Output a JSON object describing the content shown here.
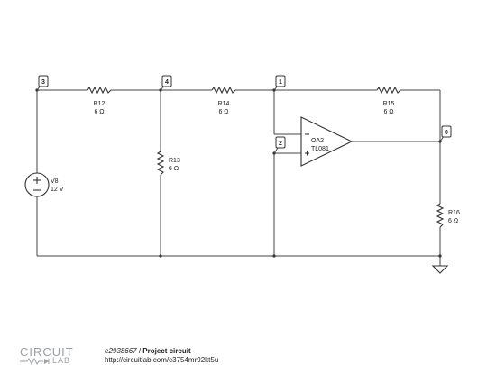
{
  "nodes": {
    "n3": "3",
    "n4": "4",
    "n1": "1",
    "n2": "2",
    "n0": "0"
  },
  "components": {
    "R12": {
      "name": "R12",
      "value": "6 Ω"
    },
    "R14": {
      "name": "R14",
      "value": "6 Ω"
    },
    "R15": {
      "name": "R15",
      "value": "6 Ω"
    },
    "R13": {
      "name": "R13",
      "value": "6 Ω"
    },
    "R16": {
      "name": "R16",
      "value": "6 Ω"
    },
    "V8": {
      "name": "V8",
      "value": "12 V"
    },
    "OA2": {
      "name": "OA2",
      "model": "TL081"
    }
  },
  "footer": {
    "logo_top": "CIRCUIT",
    "logo_bottom": "LAB",
    "id": "e2938667",
    "separator": " / ",
    "title": "Project circuit",
    "url": "http://circuitlab.com/c3754mr92kt5u"
  }
}
